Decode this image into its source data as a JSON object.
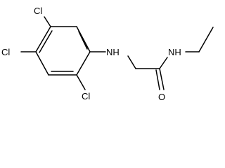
{
  "molecule": {
    "atoms": {
      "cl_top": "Cl",
      "cl_left": "Cl",
      "cl_bottom": "Cl",
      "nh_aryl": "NH",
      "nh_amide": "NH",
      "o_carbonyl": "O"
    }
  },
  "colors": {
    "bond": "#000000",
    "label": "#000000",
    "background": "#ffffff"
  }
}
